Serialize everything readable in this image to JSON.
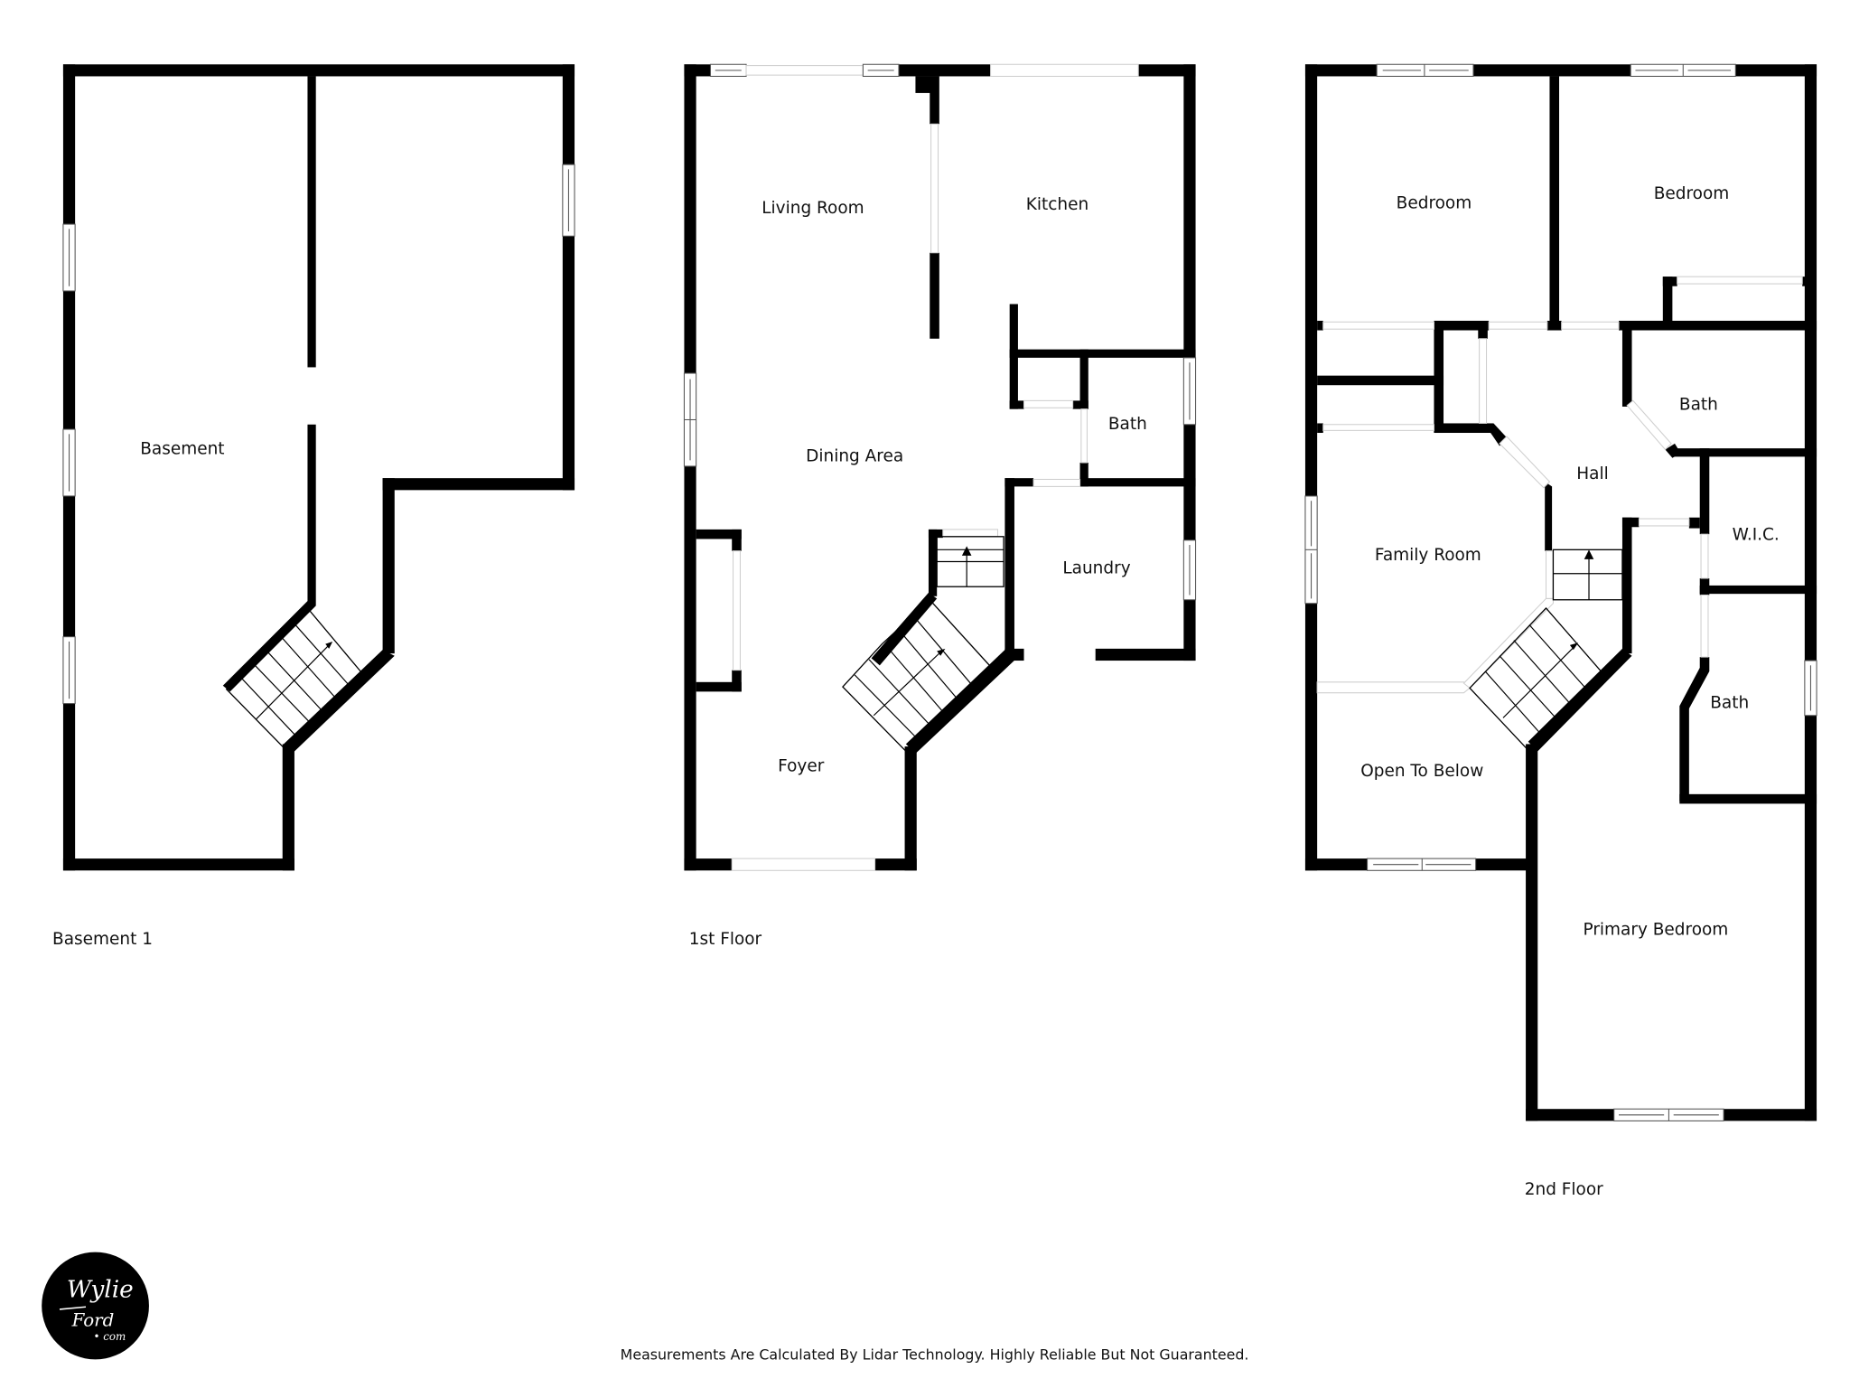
{
  "floors": [
    {
      "label": "Basement 1",
      "rooms": [
        {
          "name": "Basement"
        }
      ]
    },
    {
      "label": "1st Floor",
      "rooms": [
        {
          "name": "Living Room"
        },
        {
          "name": "Kitchen"
        },
        {
          "name": "Dining Area"
        },
        {
          "name": "Bath"
        },
        {
          "name": "Laundry"
        },
        {
          "name": "Foyer"
        }
      ]
    },
    {
      "label": "2nd Floor",
      "rooms": [
        {
          "name": "Bedroom"
        },
        {
          "name": "Bedroom"
        },
        {
          "name": "Bath"
        },
        {
          "name": "Hall"
        },
        {
          "name": "Family Room"
        },
        {
          "name": "W.I.C."
        },
        {
          "name": "Bath"
        },
        {
          "name": "Open To Below"
        },
        {
          "name": "Primary Bedroom"
        }
      ]
    }
  ],
  "logo": {
    "line1": "Wylie",
    "line2": "Ford",
    "line3": "• com"
  },
  "disclaimer": "Measurements Are Calculated By Lidar Technology. Highly Reliable But Not Guaranteed.",
  "colors": {
    "wall": "#000000",
    "background": "#ffffff"
  }
}
